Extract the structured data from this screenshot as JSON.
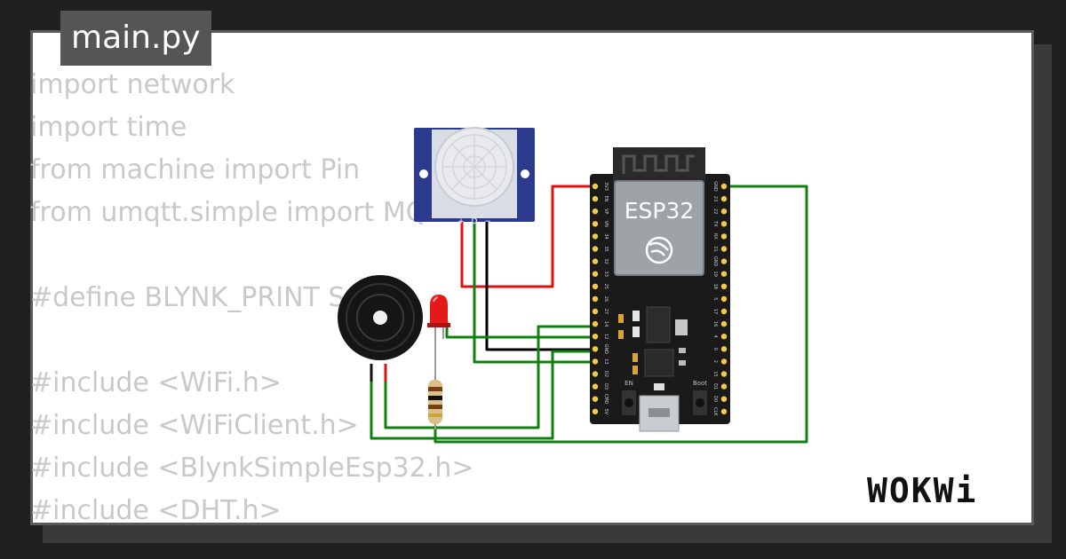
{
  "file_tab": {
    "label": "main.py"
  },
  "code_lines": [
    "import network",
    "import time",
    "from machine import Pin",
    "from umqtt.simple import MQTTClient",
    "",
    "#define BLYNK_PRINT Serial",
    "",
    "#include <WiFi.h>",
    "#include <WiFiClient.h>",
    "#include <BlynkSimpleEsp32.h>",
    "#include <DHT.h>"
  ],
  "board": {
    "title": "ESP32",
    "left_pins": [
      "3V3",
      "EN",
      "VP",
      "VN",
      "34",
      "35",
      "32",
      "33",
      "25",
      "26",
      "27",
      "14",
      "12",
      "GND",
      "13",
      "D2",
      "D3",
      "CMD",
      "5V"
    ],
    "right_pins": [
      "GND",
      "23",
      "22",
      "TX",
      "RX",
      "21",
      "GND",
      "19",
      "18",
      "5",
      "17",
      "16",
      "4",
      "0",
      "2",
      "15",
      "D1",
      "D0",
      "CLK"
    ],
    "button_en": "EN",
    "button_boot": "Boot"
  },
  "pir_sensor": {
    "pin_labels": [
      "+",
      "D",
      "−"
    ]
  },
  "colors": {
    "wire_power": "#e01010",
    "wire_signal": "#108010",
    "wire_ground": "#000000",
    "board_body": "#1a1a1a",
    "code_text": "#c9c9c9"
  },
  "icons": [
    "wifi-antenna-icon",
    "espressif-logo-icon",
    "wokwi-logo"
  ],
  "brand": {
    "name": "WOKWi"
  }
}
